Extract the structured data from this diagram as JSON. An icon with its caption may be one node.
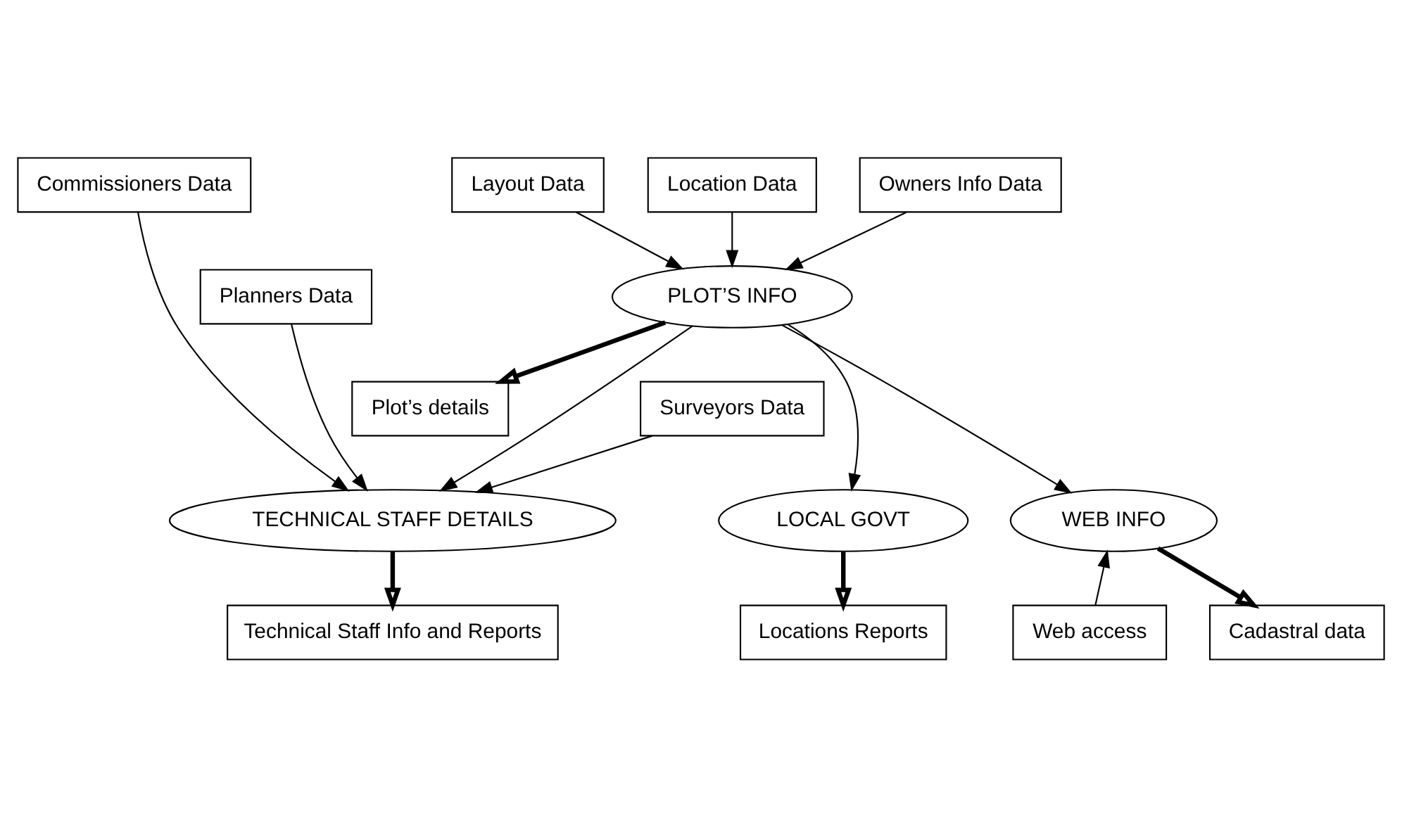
{
  "diagram": {
    "nodes": [
      {
        "text": [
          "Commissioners Data"
        ]
      },
      {
        "text": [
          "Layout Data"
        ]
      },
      {
        "text": [
          "Location Data"
        ]
      },
      {
        "text": [
          "Owners Info Data"
        ]
      },
      {
        "text": [
          "Planners Data"
        ]
      },
      {
        "text": [
          "PLOT’S INFO"
        ]
      },
      {
        "text": [
          "Plot’s details"
        ]
      },
      {
        "text": [
          "Surveyors Data"
        ]
      },
      {
        "text": [
          "Cadastral data"
        ]
      },
      {
        "text": [
          "Technical Staff Info and Reports"
        ]
      },
      {
        "text": [
          "Locations Reports"
        ]
      },
      {
        "text": [
          "Web access"
        ]
      },
      {
        "text": [
          "TECHNICAL STAFF DETAILS"
        ]
      },
      {
        "text": [
          "LOCAL GOVT"
        ]
      },
      {
        "text": [
          "WEB INFO"
        ]
      }
    ],
    "edges": [
      {
        "from": 1,
        "to": 5,
        "arrow": "to"
      },
      {
        "from": 2,
        "to": 5,
        "arrow": "to"
      },
      {
        "from": 3,
        "to": 5,
        "arrow": "to"
      },
      {
        "from": 5,
        "to": 6,
        "arrow": "to",
        "style": "thick"
      },
      {
        "from": 0,
        "to": 12,
        "arrow": "to"
      },
      {
        "from": 4,
        "to": 12,
        "arrow": "to"
      },
      {
        "from": 7,
        "to": 12,
        "arrow": "to"
      },
      {
        "from": 5,
        "to": 12,
        "arrow": "to"
      },
      {
        "from": 12,
        "to": 9,
        "arrow": "to",
        "style": "thick"
      },
      {
        "from": 5,
        "to": 13,
        "arrow": "to"
      },
      {
        "from": 5,
        "to": 14,
        "arrow": "to"
      },
      {
        "from": 13,
        "to": 10,
        "arrow": "to",
        "style": "thick"
      },
      {
        "from": 14,
        "to": 8,
        "arrow": "to",
        "style": "thick"
      },
      {
        "from": 11,
        "to": 14,
        "arrow": "to"
      }
    ]
  }
}
